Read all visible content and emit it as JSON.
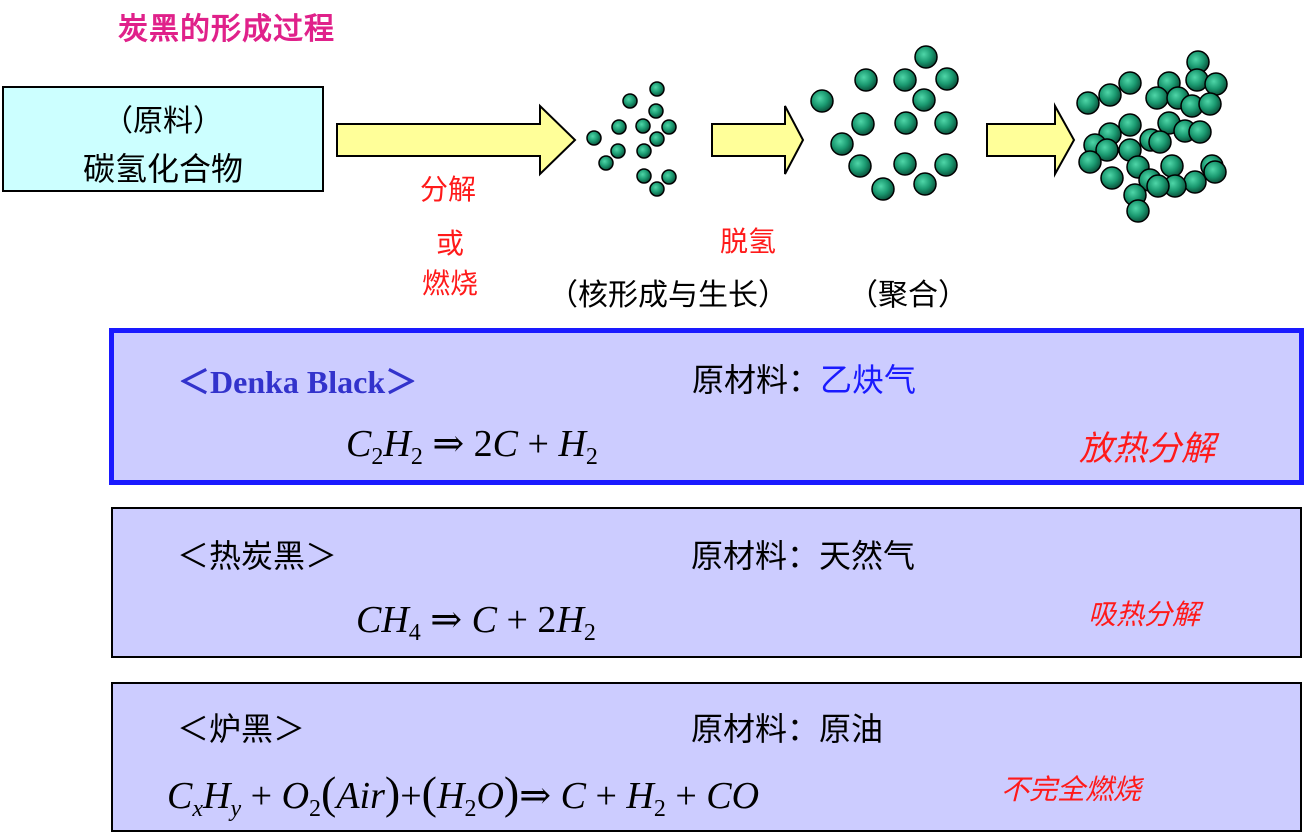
{
  "title": "炭黑的形成过程",
  "raw_box": {
    "line1": "（原料）",
    "line2": "碳氢化合物"
  },
  "step1_label": {
    "line1": "分解",
    "line2": "或",
    "line3": "燃烧"
  },
  "step2_label": "脱氢",
  "stage_label_nucleation": "（核形成与生长）",
  "stage_label_aggregation": "（聚合）",
  "colors": {
    "title": "#e0218a",
    "arrow_fill": "#ffff99",
    "particle": "#1a9970",
    "panel": "#ccccff",
    "highlight_border": "#1a1aff",
    "label_red": "#ff1a1a"
  },
  "panels": [
    {
      "name": "＜Denka Black＞",
      "material_label": "原材料：",
      "material_value": "乙炔气",
      "equation_text": "C2H2 ⇒ 2C + H2",
      "reaction": "放热分解"
    },
    {
      "name": "＜热炭黑＞",
      "material_label": "原材料：",
      "material_value": "天然气",
      "equation_text": "CH4 ⇒ C + 2H2",
      "reaction": "吸热分解"
    },
    {
      "name": "＜炉黑＞",
      "material_label": "原材料：",
      "material_value": "原油",
      "equation_text": "CxHy + O2(Air) + (H2O) ⇒ C + H2 + CO",
      "reaction": "不完全燃烧"
    }
  ]
}
